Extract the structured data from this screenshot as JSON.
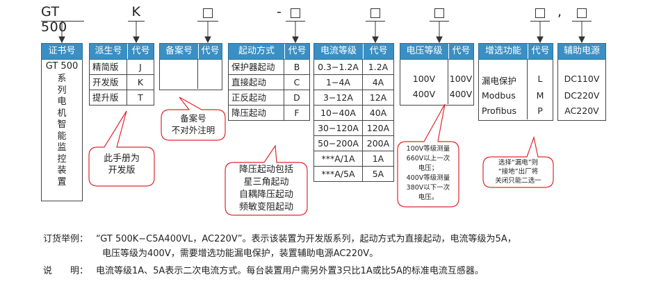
{
  "code_line": {
    "prefix": "GT 500",
    "k": "K",
    "dash": "-",
    "comma": ","
  },
  "sections": {
    "cert": {
      "header": "证书号",
      "value": "GT 500",
      "desc_chars": [
        "系",
        "列",
        "电",
        "机",
        "智",
        "能",
        "监",
        "控",
        "装",
        "置"
      ]
    },
    "derivative": {
      "header_name": "派生号",
      "header_code": "代号",
      "rows": [
        {
          "name": "精简版",
          "code": "J"
        },
        {
          "name": "开发版",
          "code": "K"
        },
        {
          "name": "提升版",
          "code": "T"
        }
      ],
      "bubble": [
        "此手册为",
        "开发版"
      ]
    },
    "record": {
      "header_name": "备案号",
      "header_code": "代号",
      "bubble": [
        "备案号",
        "不对外注明"
      ]
    },
    "start": {
      "header_name": "起动方式",
      "header_code": "代号",
      "rows": [
        {
          "name": "保护器起动",
          "code": "B"
        },
        {
          "name": "直接起动",
          "code": "C"
        },
        {
          "name": "正反起动",
          "code": "D"
        },
        {
          "name": "降压起动",
          "code": "F"
        }
      ],
      "bubble": [
        "降压起动包括",
        "星三角起动",
        "自耦降压起动",
        "频敏变阻起动"
      ]
    },
    "current": {
      "header_name": "电流等级",
      "header_code": "代号",
      "rows": [
        {
          "name": "0.3−1.2A",
          "code": "1.2A"
        },
        {
          "name": "1−4A",
          "code": "4A"
        },
        {
          "name": "3−12A",
          "code": "12A"
        },
        {
          "name": "10−40A",
          "code": "40A"
        },
        {
          "name": "30−120A",
          "code": "120A"
        },
        {
          "name": "50−200A",
          "code": "200A"
        },
        {
          "name": "***A/1A",
          "code": "1A"
        },
        {
          "name": "***A/5A",
          "code": "5A"
        }
      ]
    },
    "voltage": {
      "header_name": "电压等级",
      "header_code": "代号",
      "rows": [
        {
          "name": "100V",
          "code": "100V"
        },
        {
          "name": "400V",
          "code": "400V"
        }
      ],
      "bubble": [
        "100V等级测量",
        "660V以上一次",
        "电压；",
        "400V等级测量",
        "380V以下一次",
        "电压。"
      ]
    },
    "feature": {
      "header_name": "增选功能",
      "header_code": "代号",
      "rows": [
        {
          "name": "漏电保护",
          "code": "L"
        },
        {
          "name": "Modbus",
          "code": "M"
        },
        {
          "name": "Profibus",
          "code": "P"
        }
      ],
      "bubble": [
        "选择“漏电”则",
        "“接地”出厂将",
        "关闭只能二选一"
      ]
    },
    "aux": {
      "header": "辅助电源",
      "rows": [
        "DC110V",
        "DC220V",
        "AC220V"
      ]
    }
  },
  "notes": {
    "order_label": "订货举例：",
    "order_line1": "“GT 500K−C5A400VL，AC220V”。表示该装置为开发版系列，起动方式为直接起动，电流等级为5A，",
    "order_line2": "电压等级为400V，需要增选功能漏电保护，装置辅助电源AC220V。",
    "desc_label": "说　　明：",
    "desc_text": "电流等级1A、5A表示二次电流方式。每台装置用户需另外置3只比1A或比5A的标准电流互感器。"
  },
  "colors": {
    "header_bg": "#3a8fc4",
    "bubble_stroke": "#e0262b"
  }
}
